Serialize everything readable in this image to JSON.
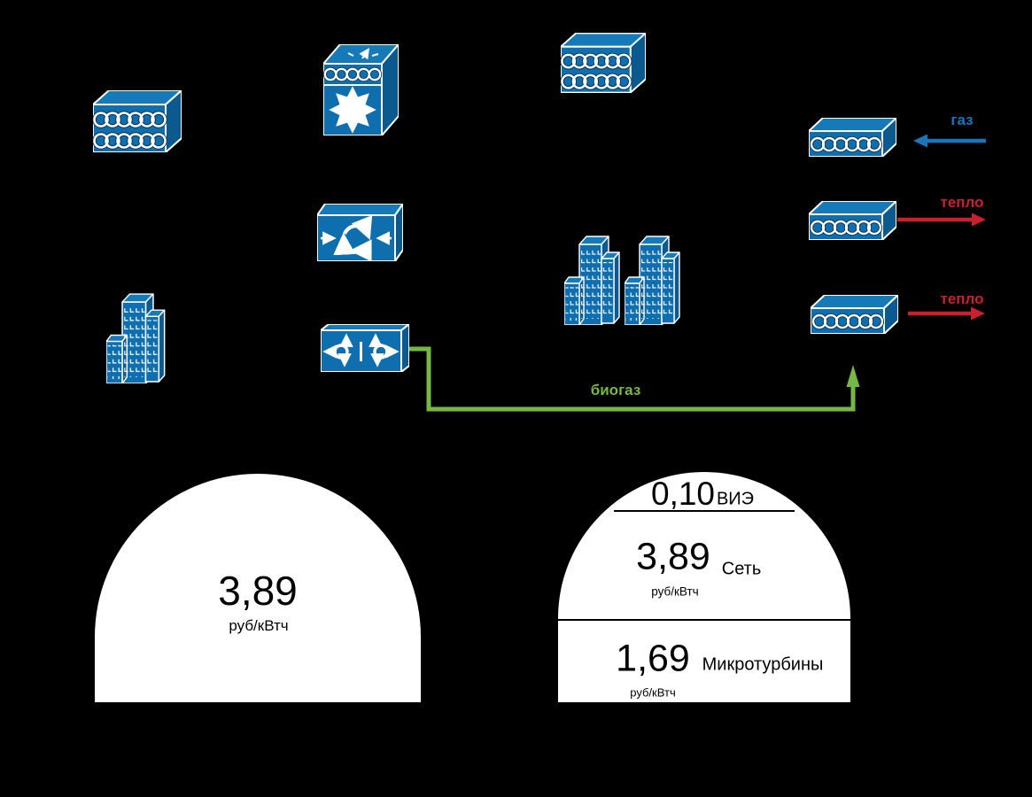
{
  "colors": {
    "background": "#000000",
    "device_blue_front": "#0f6fae",
    "device_blue_top": "#1679b8",
    "device_blue_side": "#0a5a8f",
    "gas_blue": "#1a75bc",
    "heat_red": "#c9202e",
    "biogas_green": "#76b843",
    "dome_white": "#ffffff",
    "dome_text": "#000000"
  },
  "flows": {
    "gas": {
      "label": "газ",
      "direction": "left"
    },
    "heat_upper": {
      "label": "тепло",
      "direction": "right"
    },
    "heat_lower": {
      "label": "тепло",
      "direction": "right"
    },
    "biogas": {
      "label": "биогаз",
      "direction": "up"
    }
  },
  "icons": {
    "top_left_device": "coil-box-icon",
    "hub_cube_device": "radial-hub-cube-icon",
    "top_right_device": "coil-box-icon",
    "recycle_device": "recycle-exchange-box-icon",
    "transfer_device": "loop-transfer-box-icon",
    "left_buildings": "city-buildings-icon",
    "center_buildings": "city-buildings-icon",
    "boiler_gas": "coil-boiler-icon",
    "boiler_heat_upper": "coil-boiler-icon",
    "boiler_heat_lower": "coil-boiler-icon"
  },
  "left_dome": {
    "value": "3,89",
    "unit": "руб/кВтч"
  },
  "right_dome": {
    "segments": [
      {
        "value": "0,10",
        "label": "ВИЭ"
      },
      {
        "value": "3,89",
        "label": "Сеть",
        "unit": "руб/кВтч"
      },
      {
        "value": "1,69",
        "label": "Микротурбины",
        "unit": "руб/кВтч"
      }
    ]
  }
}
